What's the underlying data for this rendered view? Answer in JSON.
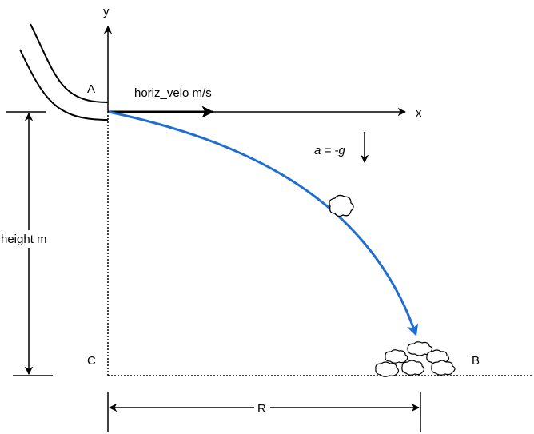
{
  "labels": {
    "y_axis": "y",
    "x_axis": "x",
    "point_a": "A",
    "point_b": "B",
    "point_c": "C",
    "velocity": "horiz_velo m/s",
    "acceleration": "a = -g",
    "height": "height m",
    "range": "R"
  },
  "colors": {
    "trajectory": "#1f6fd1",
    "ink": "#000000"
  },
  "icons": [
    "cliff-edge",
    "rock-icon",
    "rock-pile-icon"
  ]
}
